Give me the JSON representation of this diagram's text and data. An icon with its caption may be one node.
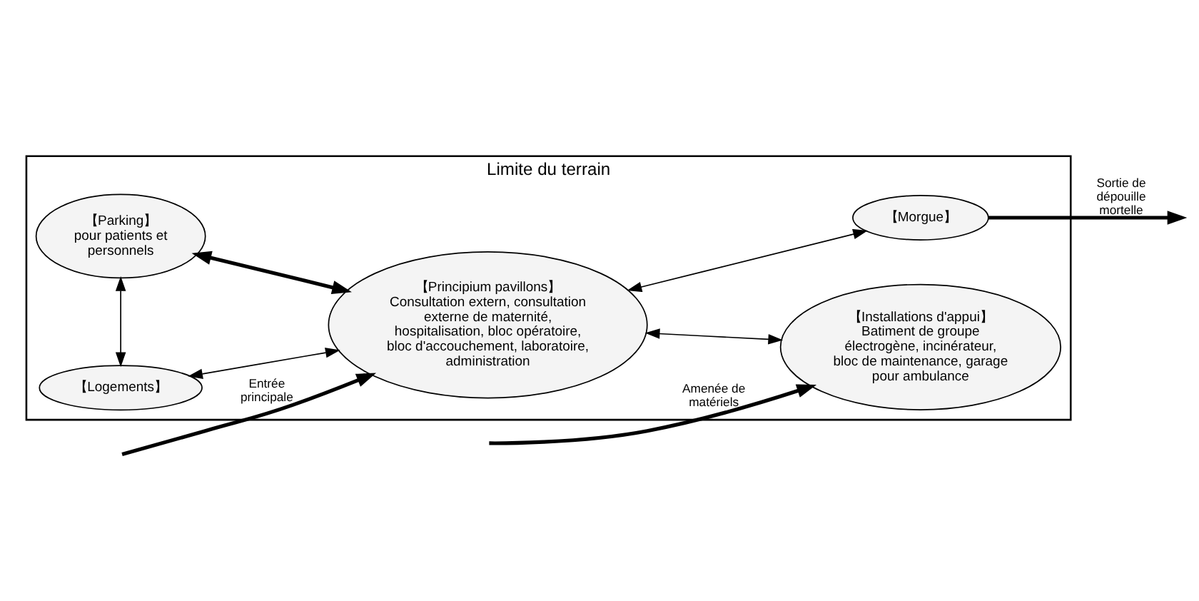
{
  "diagram": {
    "nodes": [
      {
        "text": [
          "Limite du terrain"
        ]
      },
      {
        "text": [
          "【Logements】"
        ],
        "in": 0
      },
      {
        "text": [
          "【Morgue】"
        ],
        "in": 0
      },
      {
        "text": [
          "【Parking】",
          "pour patients et personnels"
        ],
        "in": 0
      },
      {
        "text": [
          "【Principium pavillons】",
          "Consultation extern, consultation externe de maternité, hospitalisation, bloc opératoire, bloc d'accouchement, laboratoire, administration"
        ],
        "in": 0
      },
      {
        "text": [
          "【Installations d'appui】",
          "Batiment de groupe électrogène, incinérateur, bloc de maintenance, garage pour ambulance"
        ],
        "in": 0
      }
    ],
    "edges": [
      {
        "from": 1,
        "to": 3,
        "arrow": "both"
      },
      {
        "from": 1,
        "to": 4,
        "arrow": "both"
      },
      {
        "from": 2,
        "to": 4,
        "arrow": "both"
      },
      {
        "from": 3,
        "to": 4,
        "arrow": "both",
        "style": "thick"
      },
      {
        "from": 4,
        "to": 5,
        "arrow": "both"
      },
      {
        "from": 2,
        "to": null,
        "arrow": "to",
        "label": "Sortie de dépouille mortelle",
        "style": "thick"
      },
      {
        "from": null,
        "to": 4,
        "arrow": "to",
        "label": "Entrée principale",
        "style": "thick"
      },
      {
        "from": null,
        "to": 5,
        "arrow": "to",
        "label": "Amenée de matériels",
        "style": "thick"
      }
    ]
  }
}
